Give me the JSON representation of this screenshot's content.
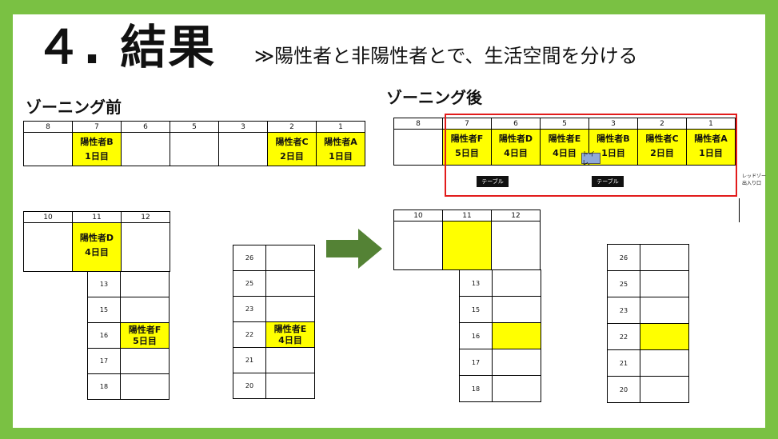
{
  "title": "４. 結果",
  "subtitle": "≫陽性者と非陽性者とで、生活空間を分ける",
  "before": {
    "heading": "ゾーニング前",
    "top_headers": [
      "8",
      "7",
      "6",
      "5",
      "3",
      "2",
      "1"
    ],
    "top_labels": [
      "",
      "陽性者B\n1日目",
      "",
      "",
      "",
      "陽性者C\n2日目",
      "陽性者A\n1日目"
    ],
    "mid_headers": [
      "10",
      "11",
      "12"
    ],
    "mid_label": "陽性者D\n4日目",
    "left_rows": [
      "13",
      "15",
      "16",
      "17",
      "18"
    ],
    "left_row16_label": "陽性者F\n5日目",
    "right_rows": [
      "26",
      "25",
      "23",
      "22",
      "21",
      "20"
    ],
    "right_row22_label": "陽性者E\n4日目"
  },
  "after": {
    "heading": "ゾーニング後",
    "top_headers": [
      "8",
      "7",
      "6",
      "5",
      "3",
      "2",
      "1"
    ],
    "top_labels": [
      "",
      "陽性者F\n5日目",
      "陽性者D\n4日目",
      "陽性者E\n4日目",
      "陽性者B\n1日目",
      "陽性者C\n2日目",
      "陽性者A\n1日目"
    ],
    "table_label": "テーブル",
    "toilet_label": "トイレ",
    "redzone_label": "レッドゾー\n出入り口",
    "mid_headers": [
      "10",
      "11",
      "12"
    ],
    "left_rows": [
      "13",
      "15",
      "16",
      "17",
      "18"
    ],
    "right_rows": [
      "26",
      "25",
      "23",
      "22",
      "21",
      "20"
    ]
  },
  "colors": {
    "frame": "#7ac143",
    "patient": "#ffff00",
    "arrow": "#548235",
    "redbox": "#e21b1b"
  }
}
